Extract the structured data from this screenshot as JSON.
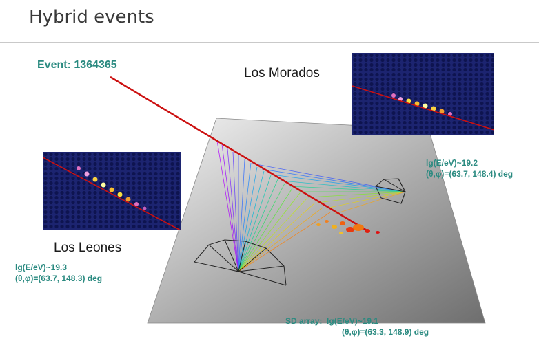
{
  "slide": {
    "title": "Hybrid events",
    "event_label": "Event: 1364365"
  },
  "sites": {
    "morados": {
      "name": "Los Morados",
      "energy": "lg(E/eV)~19.2",
      "direction": "(θ,φ)=(63.7, 148.4) deg"
    },
    "leones": {
      "name": "Los Leones",
      "energy": "lg(E/eV)~19.3",
      "direction": "(θ,φ)=(63.7, 148.3) deg"
    },
    "sd": {
      "prefix": "SD array:",
      "energy": "lg(E/eV)~19.1",
      "direction": "(θ,φ)=(63.3, 148.9) deg"
    }
  },
  "colors": {
    "accent_text": "#2a8a80",
    "title_rule": "#9aaed3",
    "shower_axis": "#cc1010",
    "camera_bg": "#1c2470"
  }
}
